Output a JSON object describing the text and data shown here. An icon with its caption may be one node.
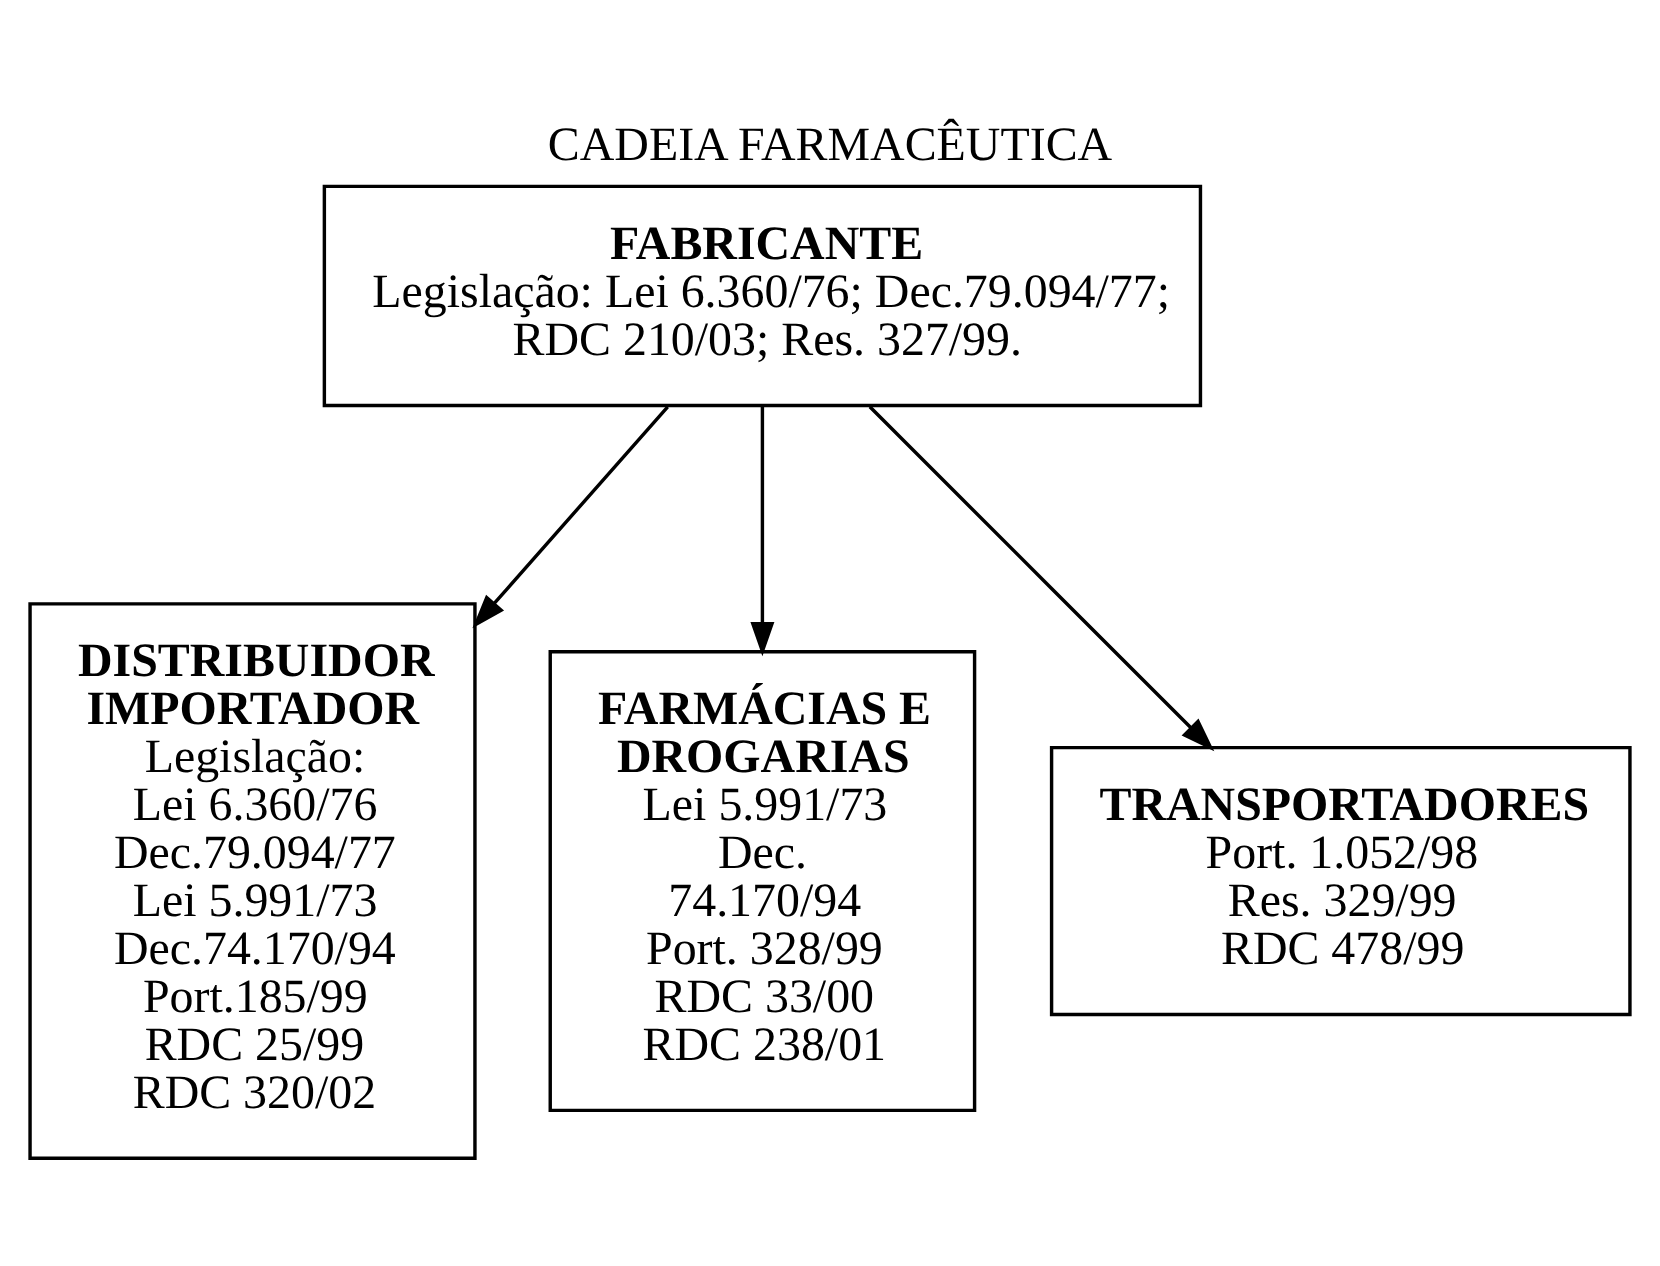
{
  "diagram": {
    "title": "CADEIA FARMACÊUTICA",
    "nodes": [
      {
        "text": [
          "FABRICANTE",
          "Legislação: Lei 6.360/76; Dec.79.094/77; RDC 210/03; Res. 327/99."
        ]
      },
      {
        "text": [
          "DISTRIBUIDOR IMPORTADOR",
          "Legislação:",
          "Lei 6.360/76",
          "Dec.79.094/77",
          "Lei 5.991/73",
          "Dec.74.170/94",
          "Port.185/99",
          "RDC 25/99",
          "RDC 320/02"
        ]
      },
      {
        "text": [
          "FARMÁCIAS E DROGARIAS",
          "Lei 5.991/73",
          "Dec. 74.170/94",
          "Port. 328/99",
          "RDC 33/00",
          "RDC 238/01"
        ]
      },
      {
        "text": [
          "TRANSPORTADORES",
          "Port. 1.052/98",
          "Res. 329/99",
          "RDC 478/99"
        ]
      }
    ],
    "edges": [
      {
        "from": 0,
        "to": 1,
        "arrow": "to"
      },
      {
        "from": 0,
        "to": 2,
        "arrow": "to"
      },
      {
        "from": 0,
        "to": 3,
        "arrow": "to"
      }
    ]
  }
}
